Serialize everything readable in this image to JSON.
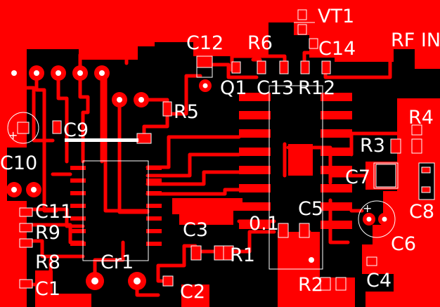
{
  "board": {
    "copper_color": "#ff0000",
    "substrate_color": "#000000",
    "silkscreen_color": "#ffffff"
  },
  "designators": {
    "vt1": "VT1",
    "c12": "C12",
    "r6": "R6",
    "c14": "C14",
    "rf_in": "RF IN",
    "q1": "Q1",
    "c13": "C13",
    "r12": "R12",
    "r5": "R5",
    "r4": "R4",
    "c9": "C9",
    "c10": "C10",
    "r3": "R3",
    "c7": "C7",
    "c8": "C8",
    "c11": "C11",
    "r9": "R9",
    "r8": "R8",
    "c1": "C1",
    "cr1": "Cr1",
    "c3": "C3",
    "r1": "R1",
    "c5": "C5",
    "q01": "0.1",
    "c6": "C6",
    "c4": "C4",
    "r2": "R2",
    "c2": "C2"
  },
  "polarity": {
    "plus": "+"
  }
}
